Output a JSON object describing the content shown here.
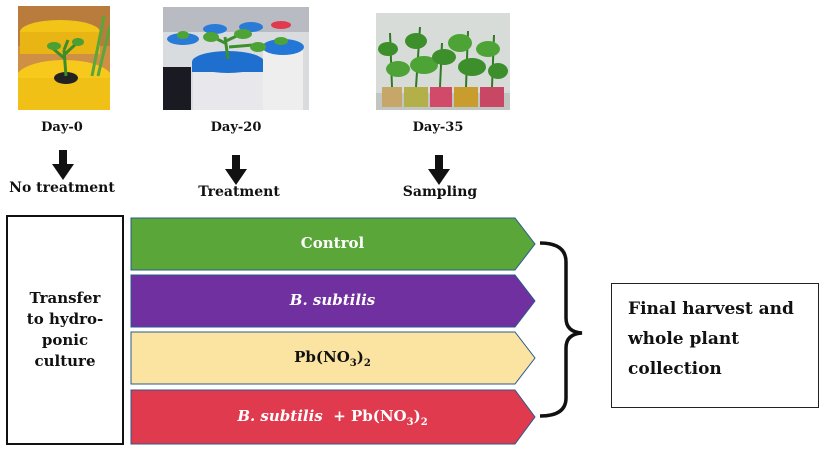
{
  "timeline": [
    {
      "day": "Day-0",
      "step": "No treatment"
    },
    {
      "day": "Day-20",
      "step": "Treatment"
    },
    {
      "day": "Day-35",
      "step": "Sampling"
    }
  ],
  "transfer_box": {
    "text": "Transfer to hydro-ponic culture"
  },
  "treatments": [
    {
      "label": "Control",
      "color": "#5aa639"
    },
    {
      "label": "B. subtilis",
      "color": "#7030a0"
    },
    {
      "label": "Pb(NO3)2",
      "color": "#fbe3a1"
    },
    {
      "label": "B. subtilis + Pb(NO3)2",
      "color": "#e03a4e"
    }
  ],
  "final_box": {
    "text": "Final harvest and whole plant collection"
  }
}
